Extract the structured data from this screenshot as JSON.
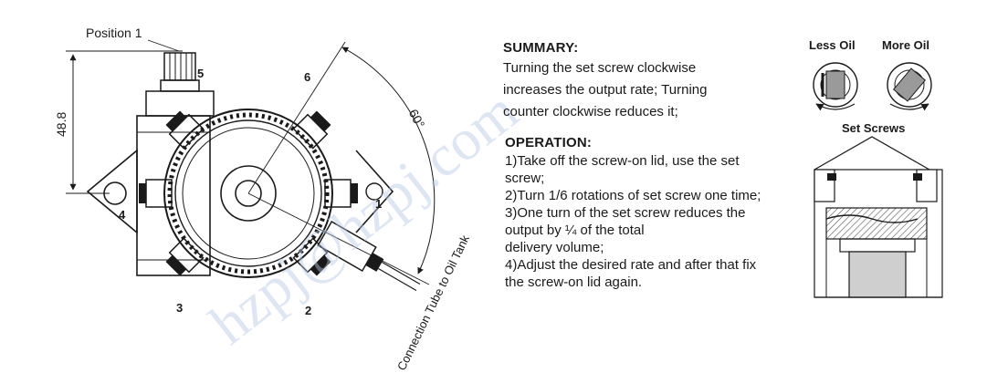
{
  "pump_drawing": {
    "position_label": "Position 1",
    "dimension": "48.8",
    "angle": "60°",
    "outlets": [
      "1",
      "2",
      "3",
      "4",
      "5",
      "6"
    ],
    "tube_label": "Connection Tube to Oil Tank"
  },
  "summary": {
    "heading": "SUMMARY:",
    "lines": [
      "Turning the set screw clockwise",
      "increases the output rate; Turning",
      "counter clockwise reduces it;"
    ]
  },
  "operation": {
    "heading": "OPERATION:",
    "lines": [
      "1)Take off the screw-on lid, use the set",
      "screw;",
      "2)Turn 1/6 rotations of set screw one time;",
      "3)One turn of the set screw reduces the",
      "output by ¼ of the total",
      "delivery volume;",
      "4)Adjust the desired rate and after that fix",
      "the screw-on lid again."
    ]
  },
  "set_screws": {
    "less_oil": "Less Oil",
    "more_oil": "More Oil",
    "caption": "Set Screws"
  },
  "watermark": "hzpj@hzpj.com",
  "colors": {
    "ink": "#1a1a1a",
    "watermark": "#b8c8e6",
    "hatch": "#555555"
  }
}
